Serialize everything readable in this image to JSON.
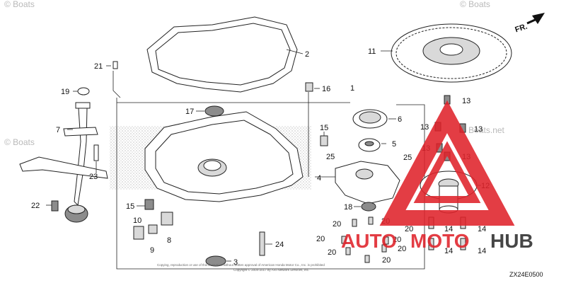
{
  "watermark": {
    "corner_text": "© Boats",
    "right_text": "© Boats.net"
  },
  "direction": {
    "label": "FR."
  },
  "brand": {
    "part1": "AUTO",
    "part2": "MOTO",
    "part3": "HUB",
    "color_red": "#e0232b",
    "color_dark": "#2d2d2d"
  },
  "diagram_code": "ZX24E0500",
  "copyright_line1": "Copying, reproduction or use of this illustration without written approval of American Honda Motor Co., Inc. is prohibited",
  "copyright_line2": "Copyright © 2004-2017 by ARI Network Services, Inc.",
  "callouts": [
    {
      "id": "c2",
      "text": "2"
    },
    {
      "id": "c1",
      "text": "1"
    },
    {
      "id": "c11",
      "text": "11"
    },
    {
      "id": "c21",
      "text": "21"
    },
    {
      "id": "c19",
      "text": "19"
    },
    {
      "id": "c16",
      "text": "16"
    },
    {
      "id": "c17",
      "text": "17"
    },
    {
      "id": "c6",
      "text": "6"
    },
    {
      "id": "c13a",
      "text": "13"
    },
    {
      "id": "c13b",
      "text": "13"
    },
    {
      "id": "c13c",
      "text": "13"
    },
    {
      "id": "c13d",
      "text": "13"
    },
    {
      "id": "c13e",
      "text": "13"
    },
    {
      "id": "c7",
      "text": "7"
    },
    {
      "id": "c15a",
      "text": "15"
    },
    {
      "id": "c5",
      "text": "5"
    },
    {
      "id": "c25a",
      "text": "25"
    },
    {
      "id": "c25b",
      "text": "25"
    },
    {
      "id": "c23",
      "text": "23"
    },
    {
      "id": "c4",
      "text": "4"
    },
    {
      "id": "c12",
      "text": "12"
    },
    {
      "id": "c22",
      "text": "22"
    },
    {
      "id": "c15b",
      "text": "15"
    },
    {
      "id": "c18",
      "text": "18"
    },
    {
      "id": "c20a",
      "text": "20"
    },
    {
      "id": "c20b",
      "text": "20"
    },
    {
      "id": "c20c",
      "text": "20"
    },
    {
      "id": "c20d",
      "text": "20"
    },
    {
      "id": "c20e",
      "text": "20"
    },
    {
      "id": "c20f",
      "text": "20"
    },
    {
      "id": "c20g",
      "text": "20"
    },
    {
      "id": "c20h",
      "text": "20"
    },
    {
      "id": "c14a",
      "text": "14"
    },
    {
      "id": "c14b",
      "text": "14"
    },
    {
      "id": "c14c",
      "text": "14"
    },
    {
      "id": "c14d",
      "text": "14"
    },
    {
      "id": "c10",
      "text": "10"
    },
    {
      "id": "c9",
      "text": "9"
    },
    {
      "id": "c8",
      "text": "8"
    },
    {
      "id": "c24",
      "text": "24"
    },
    {
      "id": "c3",
      "text": "3"
    }
  ]
}
